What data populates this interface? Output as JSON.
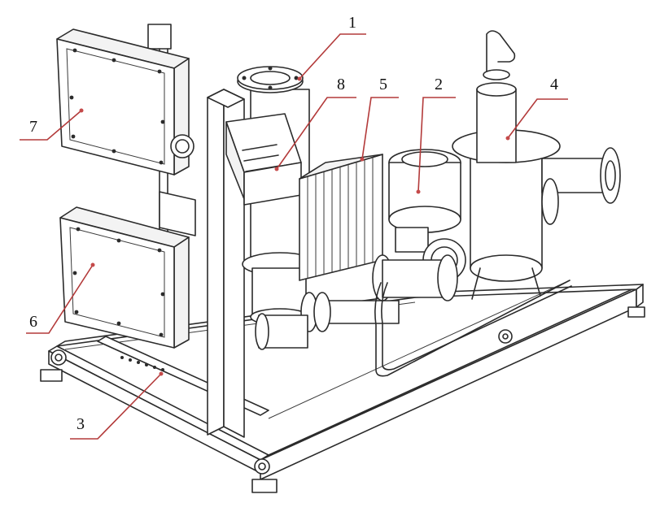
{
  "figure": {
    "callouts": [
      {
        "id": "callout-1",
        "number": "1"
      },
      {
        "id": "callout-2",
        "number": "2"
      },
      {
        "id": "callout-3",
        "number": "3"
      },
      {
        "id": "callout-4",
        "number": "4"
      },
      {
        "id": "callout-5",
        "number": "5"
      },
      {
        "id": "callout-6",
        "number": "6"
      },
      {
        "id": "callout-7",
        "number": "7"
      },
      {
        "id": "callout-8",
        "number": "8"
      }
    ],
    "colors": {
      "leader": "#b33a3a",
      "line_art": "#2b2b2b",
      "background": "#ffffff"
    }
  }
}
